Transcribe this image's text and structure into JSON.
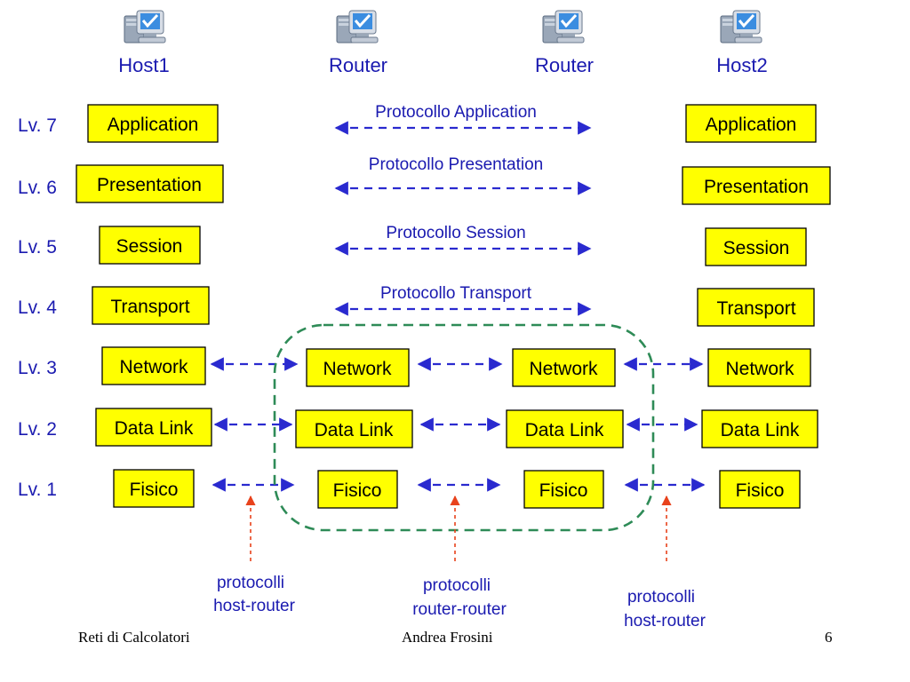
{
  "columns": [
    "Host1",
    "Router",
    "Router",
    "Host2"
  ],
  "levels": [
    "Lv. 7",
    "Lv. 6",
    "Lv. 5",
    "Lv. 4",
    "Lv. 3",
    "Lv. 2",
    "Lv. 1"
  ],
  "layers": {
    "host1": [
      "Application",
      "Presentation",
      "Session",
      "Transport",
      "Network",
      "Data Link",
      "Fisico"
    ],
    "router1": [
      "Network",
      "Data Link",
      "Fisico"
    ],
    "router2": [
      "Network",
      "Data Link",
      "Fisico"
    ],
    "host2": [
      "Application",
      "Presentation",
      "Session",
      "Transport",
      "Network",
      "Data Link",
      "Fisico"
    ]
  },
  "protocols": [
    "Protocollo Application",
    "Protocollo Presentation",
    "Protocollo Session",
    "Protocollo Transport"
  ],
  "notes": {
    "left": [
      "protocolli",
      "host-router"
    ],
    "center": [
      "protocolli",
      "router-router"
    ],
    "right": [
      "protocolli",
      "host-router"
    ]
  },
  "footer": {
    "left": "Reti di Calcolatori",
    "center": "Andrea Frosini",
    "page": "6"
  },
  "colors": {
    "box_fill": "#ffff00",
    "text_blue": "#1a1ab0",
    "arrow_blue": "#2a2acf",
    "router_group": "#2e8b57",
    "annotation_red": "#e8421c"
  },
  "icons": [
    "computer-icon",
    "computer-icon",
    "computer-icon",
    "computer-icon"
  ]
}
